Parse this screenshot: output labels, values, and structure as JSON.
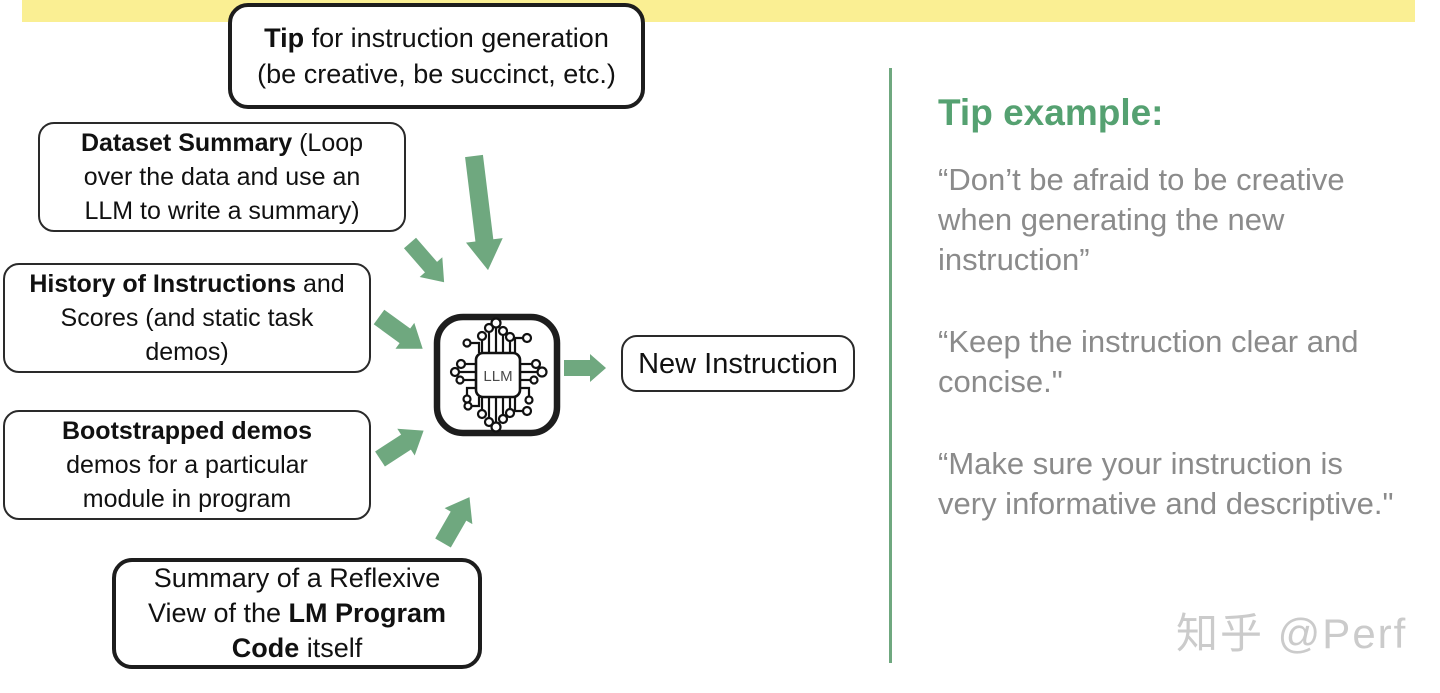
{
  "colors": {
    "accent_green": "#6FA87F",
    "heading_green": "#55A171",
    "bar_yellow": "#FAEF93",
    "quote_gray": "#8B8B8B",
    "watermark_gray": "#CBCBCB",
    "ink": "#1D1D1D"
  },
  "diagram": {
    "tip_box": {
      "line1_bold": "Tip",
      "line1_rest": " for instruction generation",
      "line2": "(be creative, be succinct, etc.)"
    },
    "dataset_box": {
      "line1_bold": "Dataset Summary",
      "line1_rest": " (Loop",
      "line2": "over the data and use an",
      "line3": "LLM to write a summary)"
    },
    "history_box": {
      "line1_bold": "History of Instructions",
      "line1_rest": " and",
      "line2": "Scores (and static task",
      "line3": "demos)"
    },
    "bootstrap_box": {
      "line1_bold": "Bootstrapped demos",
      "line2": "demos for a particular",
      "line3": "module in program"
    },
    "summary_box": {
      "line1": "Summary of a Reflexive",
      "line2_pre": "View of the ",
      "line2_bold": "LM Program",
      "line3_bold": "Code",
      "line3_rest": " itself"
    },
    "chip_label": "LLM",
    "output_box": {
      "label": "New Instruction"
    }
  },
  "right_panel": {
    "heading": "Tip example:",
    "quotes": [
      {
        "text": "“Don’t be afraid to be creative when generating the new instruction”"
      },
      {
        "text": "“Keep the instruction clear and concise.\""
      },
      {
        "text": "“Make sure your instruction is very informative and descriptive.\""
      }
    ]
  },
  "watermark": "知乎 @Perf"
}
